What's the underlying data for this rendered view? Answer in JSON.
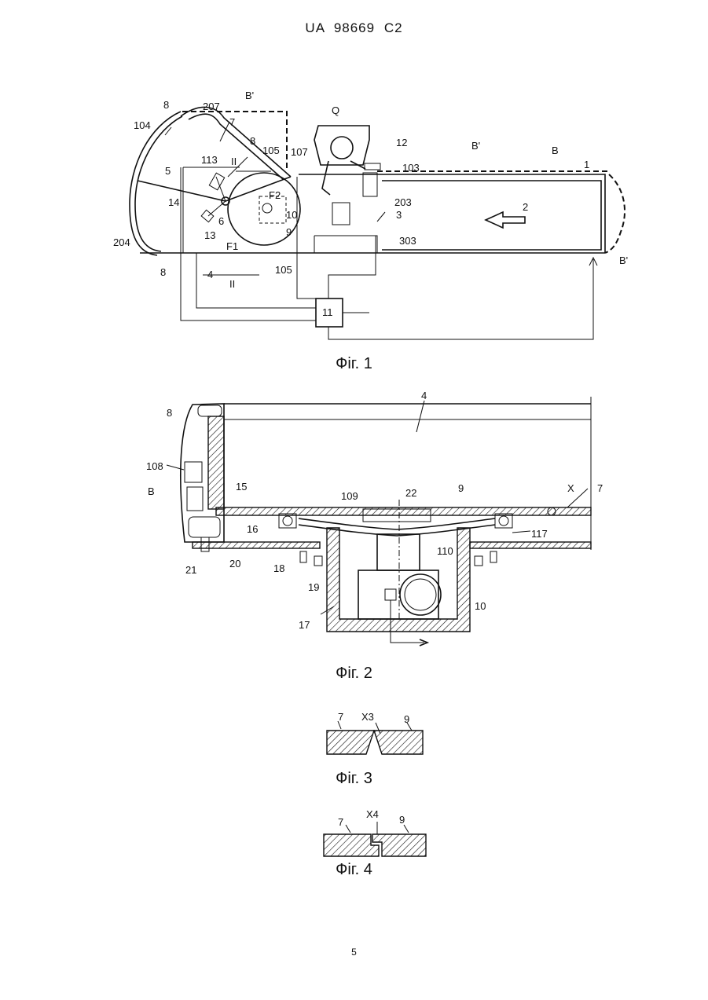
{
  "document": {
    "header": "UA  98669  C2",
    "page_number": "5"
  },
  "figures": [
    {
      "caption": "Фіг. 1",
      "labels": [
        "8",
        "207",
        "B'",
        "7",
        "8",
        "104",
        "Q",
        "12",
        "B'",
        "B",
        "1",
        "105",
        "107",
        "103",
        "II",
        "113",
        "5",
        "F2",
        "203",
        "3",
        "2",
        "14",
        "6",
        "10",
        "13",
        "9",
        "204",
        "F1",
        "303",
        "B'",
        "8",
        "4",
        "105",
        "II",
        "11"
      ]
    },
    {
      "caption": "Фіг. 2",
      "labels": [
        "4",
        "8",
        "108",
        "B",
        "15",
        "109",
        "22",
        "9",
        "X",
        "7",
        "16",
        "117",
        "110",
        "21",
        "20",
        "18",
        "19",
        "10",
        "17"
      ]
    },
    {
      "caption": "Фіг. 3",
      "labels": [
        "7",
        "X3",
        "9"
      ]
    },
    {
      "caption": "Фіг. 4",
      "labels": [
        "7",
        "X4",
        "9"
      ]
    }
  ]
}
